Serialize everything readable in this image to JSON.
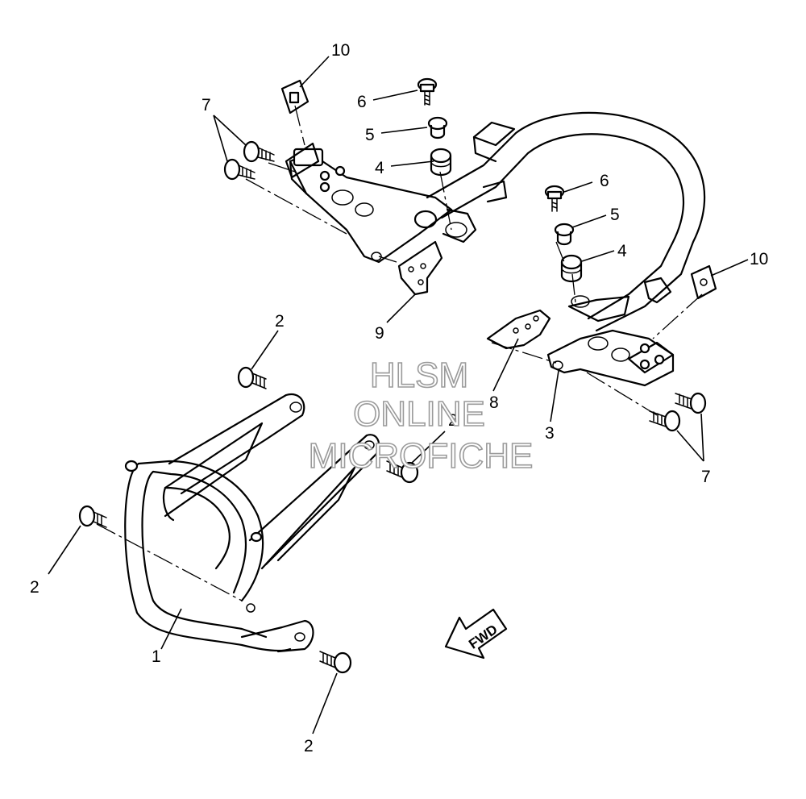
{
  "callouts": {
    "c1": "1",
    "c2a": "2",
    "c2b": "2",
    "c2c": "2",
    "c2d": "2",
    "c3": "3",
    "c4a": "4",
    "c4b": "4",
    "c5a": "5",
    "c5b": "5",
    "c6a": "6",
    "c6b": "6",
    "c7a": "7",
    "c7b": "7",
    "c8": "8",
    "c9": "9",
    "c10a": "10",
    "c10b": "10"
  },
  "watermark": {
    "line1": "HLSM",
    "line2": "ONLINE",
    "line3": "MICROFICHE"
  },
  "direction_arrow": {
    "label": "FWD"
  }
}
